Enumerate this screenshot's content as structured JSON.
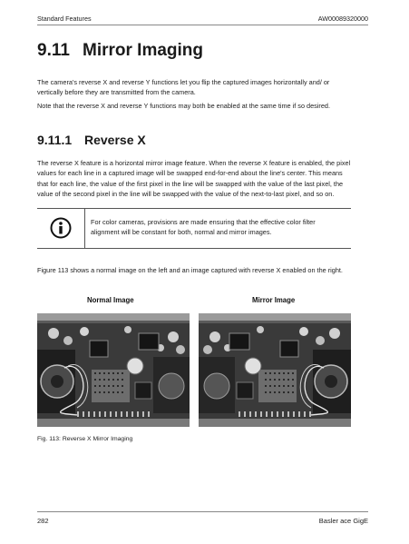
{
  "header": {
    "left": "Standard Features",
    "right": "AW00089320000"
  },
  "section": {
    "number": "9.11",
    "title": "Mirror Imaging",
    "para1": "The camera's reverse X and reverse Y functions let you flip the captured images horizontally and/ or vertically before they are transmitted from the camera.",
    "para2": "Note that the reverse X and reverse Y functions may both be enabled at the same time if so desired."
  },
  "subsection": {
    "number": "9.11.1",
    "title": "Reverse X",
    "para1": "The reverse X feature is a horizontal mirror image feature. When the reverse X feature is enabled, the pixel values for each line in a captured image will be swapped end-for-end about the line's center. This means that for each line, the value of the first pixel in the line will be swapped with the value of the last pixel, the value of the second pixel in the line will be swapped with the value of the next-to-last pixel, and so on."
  },
  "note": {
    "icon": "info-icon",
    "text": "For color cameras, provisions are made ensuring that the effective color filter alignment will be constant for both, normal and mirror images."
  },
  "figure_intro": "Figure 113 shows a normal image on the left and an image captured with reverse X enabled on the right.",
  "figure": {
    "left_label": "Normal Image",
    "right_label": "Mirror Image",
    "caption": "Fig. 113: Reverse X Mirror Imaging"
  },
  "footer": {
    "page_number": "282",
    "product": "Basler ace GigE"
  }
}
